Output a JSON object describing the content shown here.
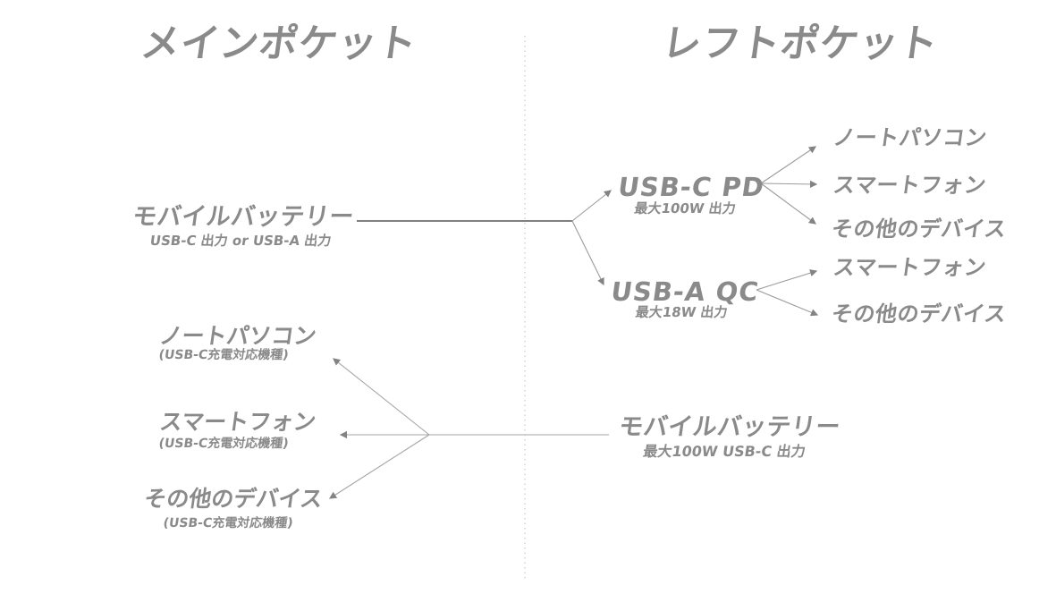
{
  "colors": {
    "text_gray": "#8a8a8a",
    "line_gray": "#9b9b9b",
    "main_line_gray": "#6e6e6e",
    "divider_gray": "#c9c9c9",
    "background": "#ffffff"
  },
  "header": {
    "left_title": "メインポケット",
    "right_title": "レフトポケット"
  },
  "main_pocket": {
    "battery": {
      "label": "モバイルバッテリー",
      "sub": "USB-C 出力 or USB-A 出力"
    },
    "devices": [
      {
        "label": "ノートパソコン",
        "sub": "(USB-C充電対応機種)"
      },
      {
        "label": "スマートフォン",
        "sub": "(USB-C充電対応機種)"
      },
      {
        "label": "その他のデバイス",
        "sub": "(USB-C充電対応機種)"
      }
    ]
  },
  "left_pocket": {
    "ports": [
      {
        "label": "USB-C PD",
        "sub": "最大100W 出力",
        "targets": [
          "ノートパソコン",
          "スマートフォン",
          "その他のデバイス"
        ]
      },
      {
        "label": "USB-A QC",
        "sub": "最大18W 出力",
        "targets": [
          "スマートフォン",
          "その他のデバイス"
        ]
      }
    ],
    "battery": {
      "label": "モバイルバッテリー",
      "sub": "最大100W USB-C 出力"
    }
  }
}
